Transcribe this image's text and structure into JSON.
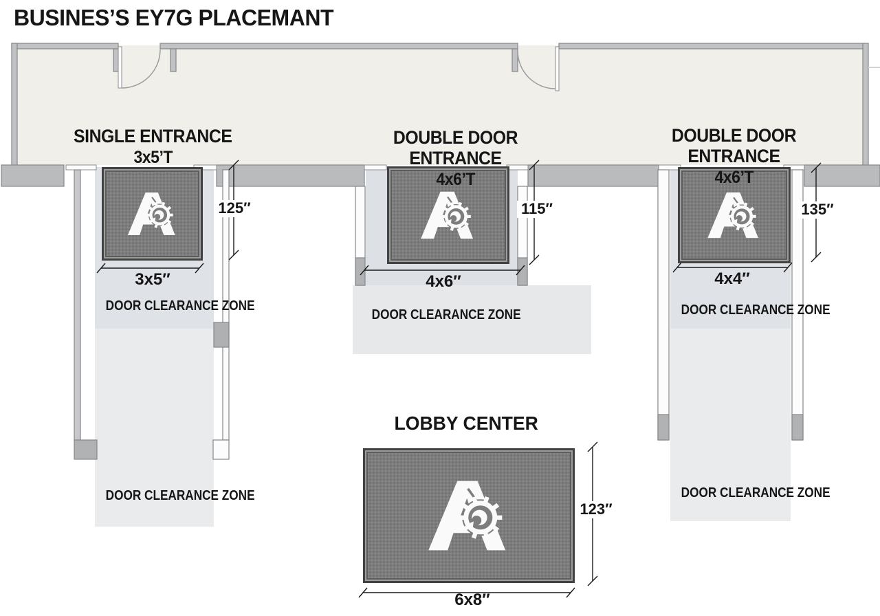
{
  "title": "BUSINES’S EY7G PLACEMANT",
  "entrances": [
    {
      "name": "SINGLE ENTRANCE",
      "size": "3x5’T",
      "mat_width": "3x5″",
      "door_clearance_height": "125″",
      "zones": [
        "DOOR CLEARANCE ZONE",
        "DOOR CLEARANCE ZONE"
      ]
    },
    {
      "name": "DOUBLE DOOR ENTRANCE",
      "size": "4x6’T",
      "mat_width": "4x6″",
      "door_clearance_height": "115″",
      "zones": [
        "DOOR CLEARANCE ZONE"
      ]
    },
    {
      "name": "DOUBLE DOOR ENTRANCE",
      "size": "4x6’T",
      "mat_width": "4x4″",
      "door_clearance_height": "135″",
      "zones": [
        "DOOR CLEARANCE ZONE",
        "DOOR CLEARANCE ZONE"
      ]
    }
  ],
  "lobby_center": {
    "name": "LOBBY CENTER",
    "mat_width": "6x8″",
    "mat_height": "123″"
  },
  "logo_icon": "letter-a-with-gear",
  "colors": {
    "lobby_floor": "#f0efe9",
    "wall": "#c0c2c4",
    "wall_band": "#b9bbbd",
    "wall_block": "#b0b2b4",
    "mat": "#7d7d7d",
    "clearance_upper": "#dfe2e6",
    "clearance_lower": "#e9ebec",
    "text": "#161616"
  }
}
